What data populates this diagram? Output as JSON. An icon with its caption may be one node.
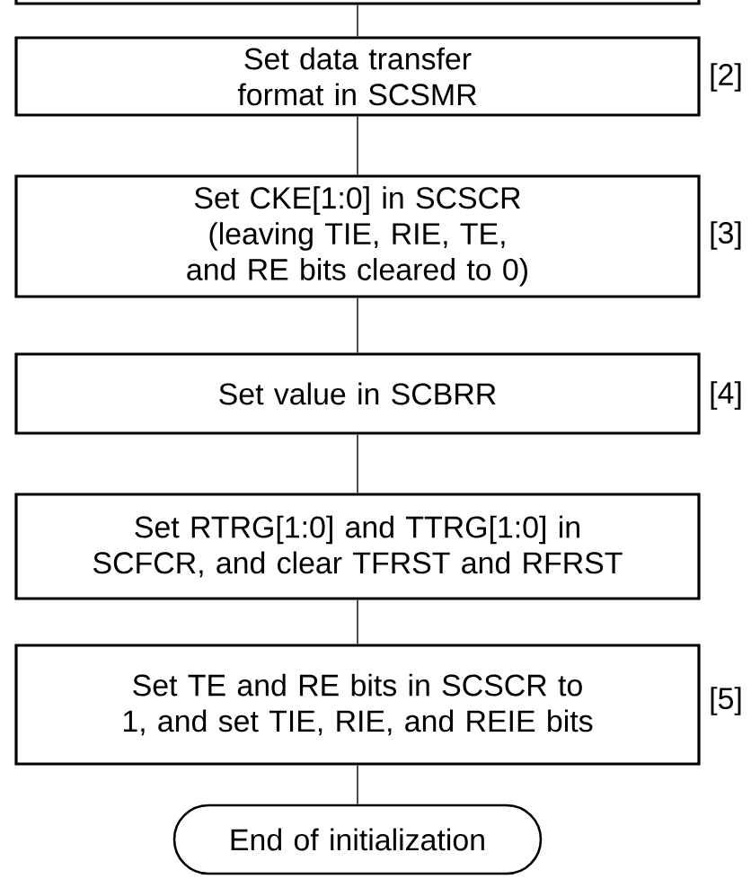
{
  "diagram": {
    "nodes": [
      {
        "text": [],
        "shape": "box"
      },
      {
        "text": [
          "Set data transfer format in SCSMR"
        ],
        "beside": [
          "[2]"
        ]
      },
      {
        "text": [
          "Set CKE[1:0] in SCSCR (leaving TIE, RIE, TE, and RE bits cleared to 0)"
        ],
        "beside": [
          "[3]"
        ]
      },
      {
        "text": [
          "Set value in SCBRR"
        ],
        "beside": [
          "[4]"
        ]
      },
      {
        "text": [
          "Set RTRG[1:0] and TTRG[1:0] in SCFCR, and clear TFRST and RFRST"
        ]
      },
      {
        "text": [
          "Set TE and RE bits in SCSCR to 1, and set TIE, RIE, and REIE bits"
        ],
        "beside": [
          "[5]"
        ]
      },
      {
        "text": [
          "End of initialization"
        ]
      }
    ],
    "edges": [
      {
        "from": 0,
        "to": 1,
        "arrow": "none"
      },
      {
        "from": 1,
        "to": 2,
        "arrow": "none"
      },
      {
        "from": 2,
        "to": 3,
        "arrow": "none"
      },
      {
        "from": 3,
        "to": 4,
        "arrow": "none"
      },
      {
        "from": 4,
        "to": 5,
        "arrow": "none"
      },
      {
        "from": 5,
        "to": 6,
        "arrow": "none"
      }
    ]
  }
}
